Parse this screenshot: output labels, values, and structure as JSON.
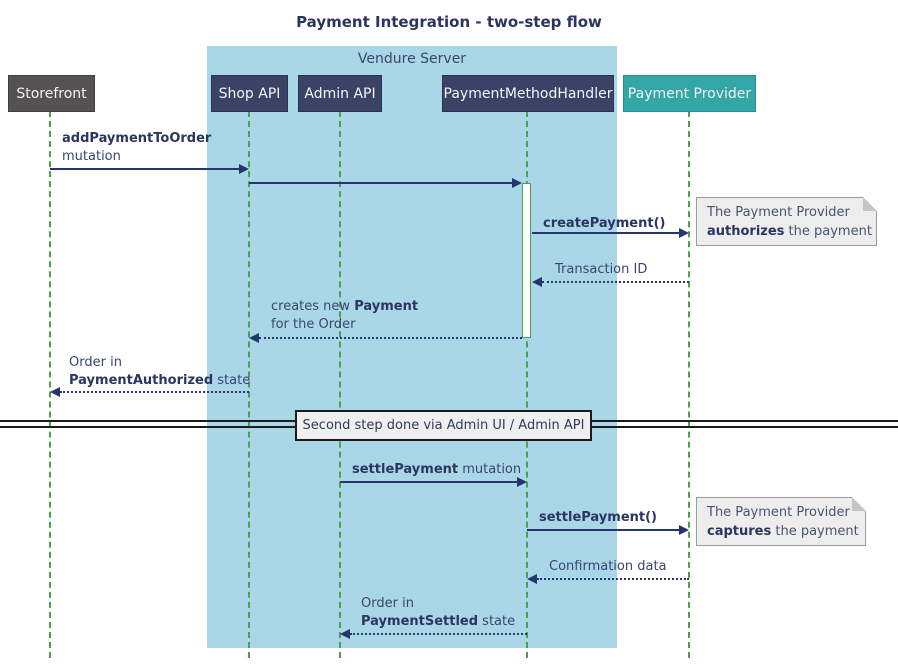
{
  "title": "Payment Integration - two-step flow",
  "frame": {
    "label": "Vendure Server"
  },
  "participants": {
    "storefront": "Storefront",
    "shop_api": "Shop API",
    "admin_api": "Admin API",
    "payment_method_handler": "PaymentMethodHandler",
    "payment_provider": "Payment Provider"
  },
  "messages": {
    "add_payment_bold": "addPaymentToOrder",
    "add_payment_rest": "mutation",
    "create_payment": "createPayment()",
    "transaction_id": "Transaction ID",
    "creates_new": "creates new ",
    "creates_new_bold": "Payment",
    "creates_new_line2": "for the Order",
    "order_in_1": "Order in",
    "authorized_bold": "PaymentAuthorized",
    "authorized_rest": " state",
    "settle_bold": "settlePayment",
    "settle_rest": " mutation",
    "settle_call": "settlePayment()",
    "confirmation": "Confirmation data",
    "order_in_2": "Order in",
    "settled_bold": "PaymentSettled",
    "settled_rest": " state"
  },
  "notes": {
    "authorize_line1": "The Payment Provider",
    "authorize_bold": "authorizes",
    "authorize_rest": " the payment",
    "capture_line1": "The Payment Provider",
    "capture_bold": "captures",
    "capture_rest": " the payment"
  },
  "divider": {
    "label": "Second step done via Admin UI / Admin API"
  },
  "colors": {
    "server_box": "#3A4266",
    "external_box": "#545253",
    "provider_box": "#33A6A6",
    "frame_bg": "#A9D7E8",
    "lifeline": "#4CA24C",
    "arrow": "#26356E",
    "text": "#2B3560",
    "note_bg": "#EDEDED"
  }
}
